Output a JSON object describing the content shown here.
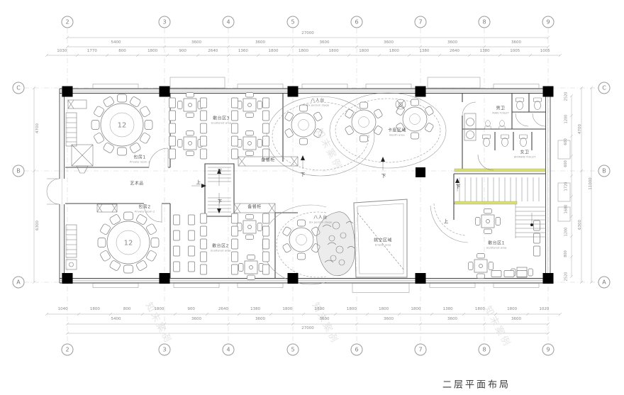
{
  "title": {
    "text": "二层平面布局"
  },
  "watermark": {
    "text": "知末案例"
  },
  "grid": {
    "columns": [
      "2",
      "3",
      "4",
      "5",
      "6",
      "7",
      "8",
      "9"
    ],
    "rows": [
      "C",
      "B",
      "A"
    ]
  },
  "dimensions": {
    "top_overall": "27000",
    "top_mid": [
      "5400",
      "3600",
      "3600",
      "3600",
      "3600",
      "3600",
      "3600"
    ],
    "top_small": [
      "1030",
      "1770",
      "800",
      "1800",
      "900",
      "2640",
      "1360",
      "1800",
      "1800",
      "1800",
      "1800",
      "1800",
      "1380",
      "2640",
      "1380",
      "1005",
      "1005"
    ],
    "bottom_overall": "27000",
    "bottom_mid": [
      "5400",
      "3600",
      "3600",
      "3600",
      "3600",
      "3600",
      "3600"
    ],
    "bottom_small": [
      "1040",
      "1800",
      "800",
      "1800",
      "900",
      "2640",
      "1380",
      "1800",
      "1800",
      "1800",
      "1800",
      "1800",
      "1380",
      "1800",
      "1800",
      "1020"
    ],
    "left_mid": [
      "4700",
      "6300"
    ],
    "right_mid": [
      "4700",
      "6300"
    ],
    "right_overall": "11000",
    "right_small": [
      "2520",
      "1200",
      "600",
      "600",
      "1720",
      "1680",
      "1200",
      "800",
      "2520"
    ]
  },
  "rooms": {
    "private_room_1": {
      "name_cn": "包房1",
      "name_en": "Private room 1",
      "seats": "12"
    },
    "private_room_2": {
      "name_cn": "包房2",
      "name_en": "Private room 2",
      "seats": "12"
    },
    "scattered_area_3": {
      "name_cn": "散台区3",
      "name_en": "Scattered area"
    },
    "scattered_area_2": {
      "name_cn": "散台区2",
      "name_en": "Scattered area"
    },
    "scattered_area_1": {
      "name_cn": "散台区1",
      "name_en": "Scattered area"
    },
    "eight_table_top": {
      "name_cn": "八人台",
      "name_en": "Six person stage"
    },
    "eight_table_bottom": {
      "name_cn": "八人台",
      "name_en": "Six person stage"
    },
    "booth_area": {
      "name_cn": "卡座区域",
      "name_en": "Booth area"
    },
    "void_area": {
      "name_cn": "挑空区域",
      "name_en": "Empty area"
    },
    "mens_toilet": {
      "name_cn": "男卫",
      "name_en": "MAN TOILET"
    },
    "womens_toilet": {
      "name_cn": "女卫",
      "name_en": "WOMAN TOILET"
    }
  },
  "labels": {
    "up": "上",
    "down": "下",
    "artwork": "艺术品",
    "cabinet": "备餐柜"
  },
  "colors": {
    "stair_highlight": "#d9df6d",
    "column_fill": "#000000",
    "line": "#6a6a6a",
    "watermark": "#e4e4e4"
  }
}
